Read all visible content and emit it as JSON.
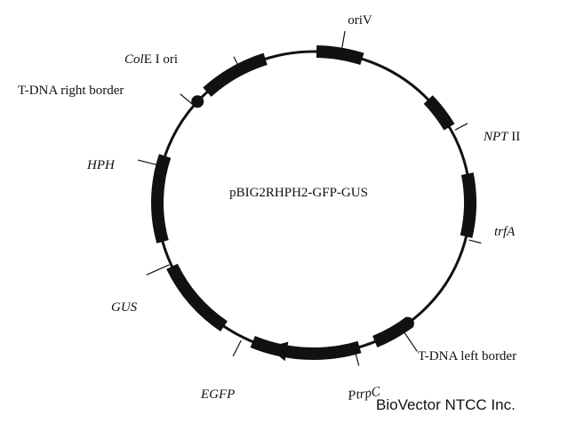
{
  "plasmid": {
    "name": "pBIG2RHPH2-GFP-GUS",
    "ring_color": "#111111"
  },
  "features": [
    {
      "id": "oriv",
      "label_plain": "oriV",
      "label_italic": ""
    },
    {
      "id": "npt",
      "label_italic": "NPT",
      "label_plain": " II"
    },
    {
      "id": "trfa",
      "label_italic": "trfA",
      "label_plain": ""
    },
    {
      "id": "tdna-left",
      "label_plain": "T-DNA left border",
      "label_italic": ""
    },
    {
      "id": "ptrpc",
      "label_italic": "PtrpC",
      "label_plain": ""
    },
    {
      "id": "egfp",
      "label_italic": "EGFP",
      "label_plain": ""
    },
    {
      "id": "gus",
      "label_italic": "GUS",
      "label_plain": ""
    },
    {
      "id": "hph",
      "label_italic": "HPH",
      "label_plain": ""
    },
    {
      "id": "tdna-right",
      "label_plain": "T-DNA right border",
      "label_italic": ""
    },
    {
      "id": "cole1",
      "label_italic": "Col",
      "label_plain": "E I ori"
    }
  ],
  "watermark": "BioVector NTCC Inc."
}
